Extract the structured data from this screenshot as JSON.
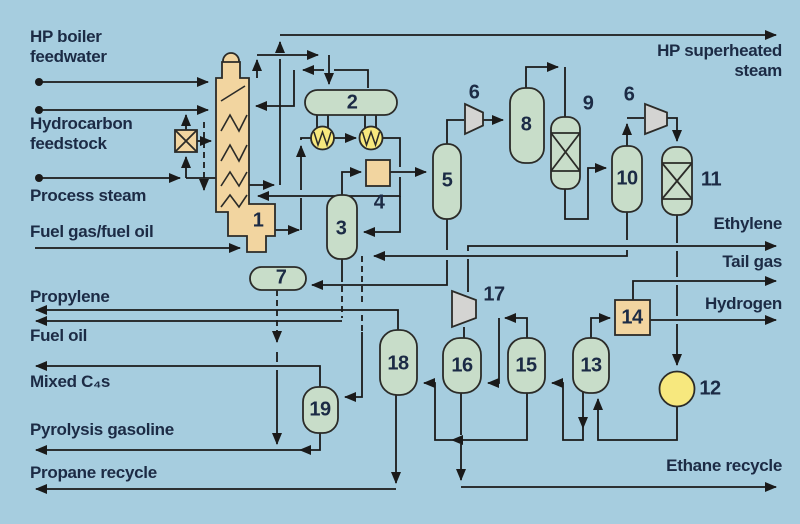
{
  "figure": {
    "title": "ethylene-plant-process-flow-diagram",
    "colors": {
      "background": "#a6cddf",
      "line": "#1a1a1a",
      "text": "#1c2b45",
      "vessel_green": "#c8ddc9",
      "furnace_tan": "#f2d5a0",
      "exchanger_yellow": "#f7e87e",
      "compressor_gray": "#d4d4d2"
    }
  },
  "streams": {
    "inputs": [
      {
        "label": "HP boiler\nfeedwater"
      },
      {
        "label": "Hydrocarbon\nfeedstock"
      },
      {
        "label": "Process steam"
      },
      {
        "label": "Fuel gas/fuel oil"
      }
    ],
    "left_products": [
      {
        "label": "Propylene"
      },
      {
        "label": "Fuel oil"
      },
      {
        "label": "Mixed C₄s"
      },
      {
        "label": "Pyrolysis gasoline"
      },
      {
        "label": "Propane recycle"
      }
    ],
    "right_products": [
      {
        "label": "HP superheated\nsteam"
      },
      {
        "label": "Ethylene"
      },
      {
        "label": "Tail gas"
      },
      {
        "label": "Hydrogen"
      },
      {
        "label": "Ethane recycle"
      }
    ]
  },
  "equipment": [
    {
      "num": "1",
      "kind": "cracking-furnace"
    },
    {
      "num": "2",
      "kind": "steam-drum"
    },
    {
      "num": "3",
      "kind": "vessel"
    },
    {
      "num": "4",
      "kind": "box-unit"
    },
    {
      "num": "5",
      "kind": "vessel"
    },
    {
      "num": "6",
      "kind": "compressor"
    },
    {
      "num": "6",
      "kind": "compressor"
    },
    {
      "num": "7",
      "kind": "horizontal-drum"
    },
    {
      "num": "8",
      "kind": "vessel"
    },
    {
      "num": "9",
      "kind": "packed-column"
    },
    {
      "num": "10",
      "kind": "vessel"
    },
    {
      "num": "11",
      "kind": "packed-column"
    },
    {
      "num": "12",
      "kind": "round-unit"
    },
    {
      "num": "13",
      "kind": "vessel"
    },
    {
      "num": "14",
      "kind": "box-unit"
    },
    {
      "num": "15",
      "kind": "vessel"
    },
    {
      "num": "16",
      "kind": "vessel"
    },
    {
      "num": "17",
      "kind": "compressor"
    },
    {
      "num": "18",
      "kind": "vessel"
    },
    {
      "num": "19",
      "kind": "vessel"
    }
  ]
}
